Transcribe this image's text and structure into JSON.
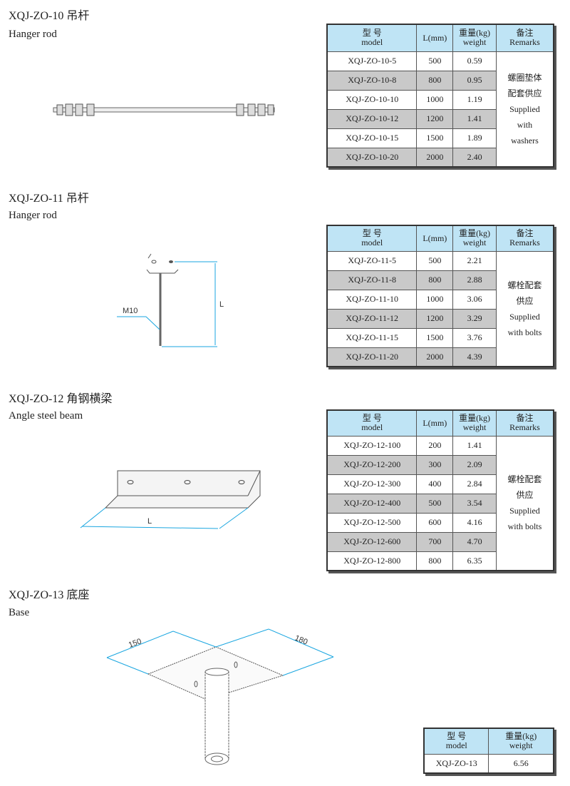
{
  "sections": [
    {
      "title": "XQJ-ZO-10 吊杆",
      "subtitle": "Hanger rod",
      "headers": {
        "model_cn": "型 号",
        "model_en": "model",
        "length": "L(mm)",
        "weight_cn": "重量(kg)",
        "weight_en": "weight",
        "remarks_cn": "备注",
        "remarks_en": "Remarks"
      },
      "rows": [
        [
          "XQJ-ZO-10-5",
          "500",
          "0.59"
        ],
        [
          "XQJ-ZO-10-8",
          "800",
          "0.95"
        ],
        [
          "XQJ-ZO-10-10",
          "1000",
          "1.19"
        ],
        [
          "XQJ-ZO-10-12",
          "1200",
          "1.41"
        ],
        [
          "XQJ-ZO-10-15",
          "1500",
          "1.89"
        ],
        [
          "XQJ-ZO-10-20",
          "2000",
          "2.40"
        ]
      ],
      "remarks": [
        "螺圈垫体",
        "配套供应",
        "Supplied",
        "with",
        "washers"
      ]
    },
    {
      "title": "XQJ-ZO-11 吊杆",
      "subtitle": "Hanger rod",
      "headers": {
        "model_cn": "型 号",
        "model_en": "model",
        "length": "L(mm)",
        "weight_cn": "重量(kg)",
        "weight_en": "weight",
        "remarks_cn": "备注",
        "remarks_en": "Remarks"
      },
      "rows": [
        [
          "XQJ-ZO-11-5",
          "500",
          "2.21"
        ],
        [
          "XQJ-ZO-11-8",
          "800",
          "2.88"
        ],
        [
          "XQJ-ZO-11-10",
          "1000",
          "3.06"
        ],
        [
          "XQJ-ZO-11-12",
          "1200",
          "3.29"
        ],
        [
          "XQJ-ZO-11-15",
          "1500",
          "3.76"
        ],
        [
          "XQJ-ZO-11-20",
          "2000",
          "4.39"
        ]
      ],
      "remarks": [
        "螺栓配套",
        "供应",
        "Supplied",
        "with bolts"
      ],
      "drawing": {
        "thread_label": "M10",
        "length_label": "L"
      }
    },
    {
      "title": "XQJ-ZO-12 角钢横梁",
      "subtitle": "Angle steel beam",
      "headers": {
        "model_cn": "型 号",
        "model_en": "model",
        "length": "L(mm)",
        "weight_cn": "重量(kg)",
        "weight_en": "weight",
        "remarks_cn": "备注",
        "remarks_en": "Remarks"
      },
      "rows": [
        [
          "XQJ-ZO-12-100",
          "200",
          "1.41"
        ],
        [
          "XQJ-ZO-12-200",
          "300",
          "2.09"
        ],
        [
          "XQJ-ZO-12-300",
          "400",
          "2.84"
        ],
        [
          "XQJ-ZO-12-400",
          "500",
          "3.54"
        ],
        [
          "XQJ-ZO-12-500",
          "600",
          "4.16"
        ],
        [
          "XQJ-ZO-12-600",
          "700",
          "4.70"
        ],
        [
          "XQJ-ZO-12-800",
          "800",
          "6.35"
        ]
      ],
      "remarks": [
        "螺栓配套",
        "供应",
        "Supplied",
        "with bolts"
      ],
      "drawing": {
        "length_label": "L"
      }
    },
    {
      "title": "XQJ-ZO-13 底座",
      "subtitle": "Base",
      "headers": {
        "model_cn": "型 号",
        "model_en": "model",
        "weight_cn": "重量(kg)",
        "weight_en": "weight"
      },
      "rows": [
        [
          "XQJ-ZO-13",
          "6.56"
        ]
      ],
      "drawing": {
        "dim_a": "150",
        "dim_b": "180"
      }
    }
  ]
}
